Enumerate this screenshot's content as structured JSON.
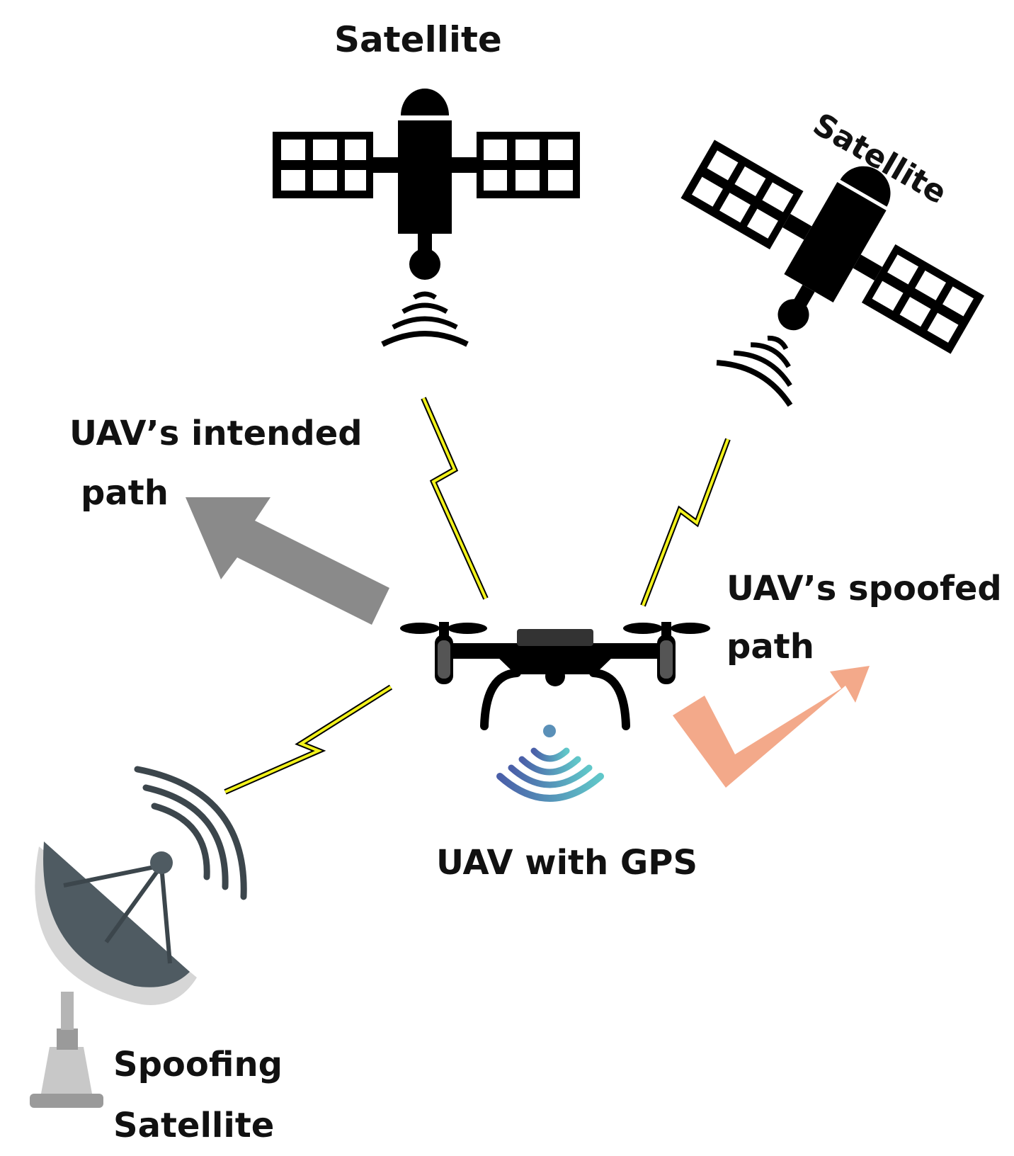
{
  "labels": {
    "satellite_top": "Satellite",
    "satellite_right": "Satellite",
    "intended_path_line1": "UAV’s intended",
    "intended_path_line2": "path",
    "spoofed_path_line1": "UAV’s spoofed",
    "spoofed_path_line2": "path",
    "uav": "UAV with GPS",
    "spoofing_line1": "Spoofing",
    "spoofing_line2": "Satellite"
  },
  "colors": {
    "icon": "#000000",
    "lightning": "#f2f21c",
    "intended_arrow": "#8a8a8a",
    "spoofed_arrow": "#f3a98a",
    "dish": "#4f5b62",
    "dish_rim": "#d6d6d6",
    "gps_waves_start": "#4a5fa8",
    "gps_waves_end": "#60c7c9"
  },
  "icons": {
    "satellite": "satellite-icon",
    "drone": "drone-icon",
    "dish": "satellite-dish-icon",
    "signal": "lightning-bolt-icon",
    "gps": "gps-signal-icon"
  }
}
